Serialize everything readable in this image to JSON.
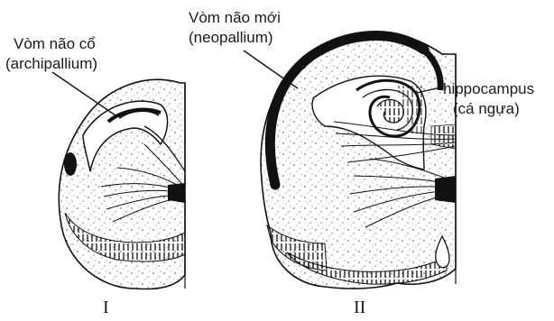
{
  "labels": {
    "archi_line1": "Vòm não cổ",
    "archi_line2": "(archipallium)",
    "neo_line1": "Vòm não mới",
    "neo_line2": "(neopallium)",
    "hippo_line1": "hippocampus",
    "hippo_line2": "(cá ngựa)"
  },
  "figure_numbers": {
    "left": "I",
    "right": "II"
  }
}
